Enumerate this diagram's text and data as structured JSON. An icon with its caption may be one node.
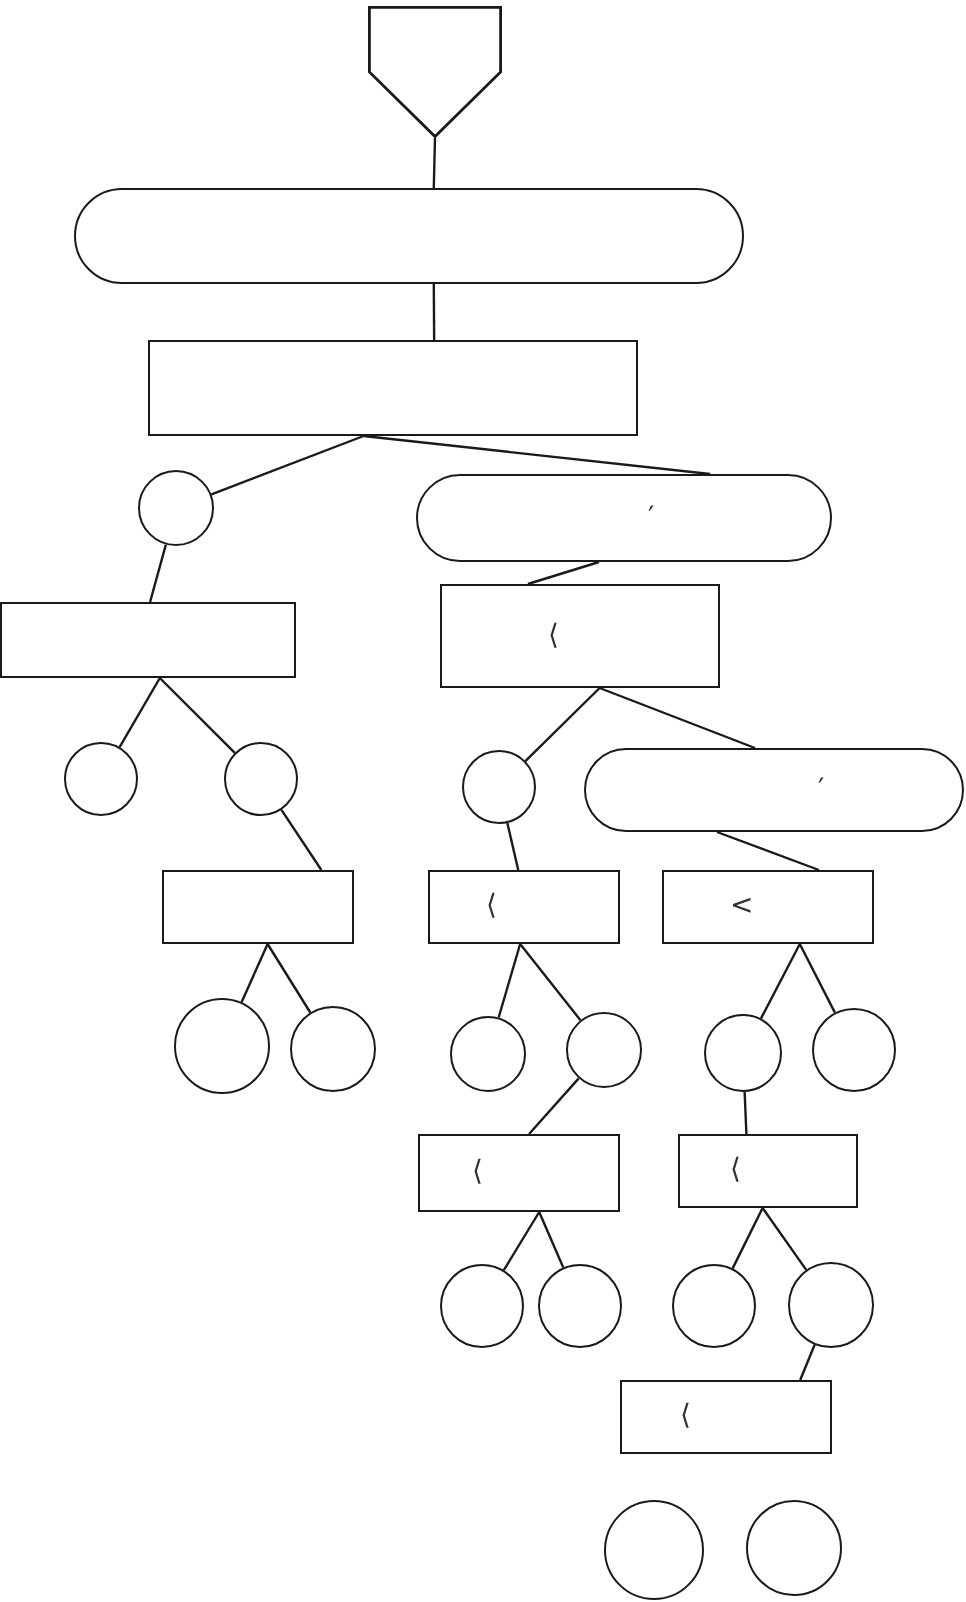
{
  "diagram": {
    "nodes": [
      {
        "text": [],
        "shape": "pentagon"
      },
      {
        "text": [],
        "shape": "pill"
      },
      {
        "text": [],
        "shape": "box"
      },
      {
        "text": [],
        "shape": "circle"
      },
      {
        "text": [
          "′"
        ]
      },
      {
        "text": [],
        "shape": "box"
      },
      {
        "text": [
          "⟨"
        ]
      },
      {
        "text": [],
        "shape": "circle"
      },
      {
        "text": [],
        "shape": "circle"
      },
      {
        "text": [],
        "shape": "circle"
      },
      {
        "text": [
          "′"
        ]
      },
      {
        "text": [],
        "shape": "box"
      },
      {
        "text": [
          "⟨"
        ]
      },
      {
        "text": [
          "<"
        ]
      },
      {
        "text": [],
        "shape": "circle"
      },
      {
        "text": [],
        "shape": "circle"
      },
      {
        "text": [],
        "shape": "circle"
      },
      {
        "text": [],
        "shape": "circle"
      },
      {
        "text": [],
        "shape": "circle"
      },
      {
        "text": [],
        "shape": "circle"
      },
      {
        "text": [
          "⟨"
        ]
      },
      {
        "text": [
          "⟨"
        ]
      },
      {
        "text": [],
        "shape": "circle"
      },
      {
        "text": [],
        "shape": "circle"
      },
      {
        "text": [],
        "shape": "circle"
      },
      {
        "text": [],
        "shape": "circle"
      },
      {
        "text": [
          "⟨"
        ]
      },
      {
        "text": [],
        "shape": "circle"
      },
      {
        "text": [],
        "shape": "circle"
      }
    ],
    "edges": [
      {
        "from": 0,
        "to": 1,
        "arrow": "none"
      },
      {
        "from": 1,
        "to": 2,
        "arrow": "none"
      },
      {
        "from": 2,
        "to": 3,
        "arrow": "none"
      },
      {
        "from": 2,
        "to": 4,
        "arrow": "none"
      },
      {
        "from": 3,
        "to": 5,
        "arrow": "none"
      },
      {
        "from": 4,
        "to": 6,
        "arrow": "none"
      },
      {
        "from": 5,
        "to": 7,
        "arrow": "none"
      },
      {
        "from": 5,
        "to": 8,
        "arrow": "none"
      },
      {
        "from": 6,
        "to": 9,
        "arrow": "none"
      },
      {
        "from": 6,
        "to": 10,
        "arrow": "none"
      },
      {
        "from": 8,
        "to": 11,
        "arrow": "none"
      },
      {
        "from": 9,
        "to": 12,
        "arrow": "none"
      },
      {
        "from": 10,
        "to": 13,
        "arrow": "none"
      },
      {
        "from": 11,
        "to": 14,
        "arrow": "none"
      },
      {
        "from": 11,
        "to": 15,
        "arrow": "none"
      },
      {
        "from": 12,
        "to": 16,
        "arrow": "none"
      },
      {
        "from": 12,
        "to": 17,
        "arrow": "none"
      },
      {
        "from": 13,
        "to": 18,
        "arrow": "none"
      },
      {
        "from": 13,
        "to": 19,
        "arrow": "none"
      },
      {
        "from": 17,
        "to": 20,
        "arrow": "none"
      },
      {
        "from": 18,
        "to": 21,
        "arrow": "none"
      },
      {
        "from": 20,
        "to": 22,
        "arrow": "none"
      },
      {
        "from": 20,
        "to": 23,
        "arrow": "none"
      },
      {
        "from": 21,
        "to": 24,
        "arrow": "none"
      },
      {
        "from": 21,
        "to": 25,
        "arrow": "none"
      },
      {
        "from": 25,
        "to": 26,
        "arrow": "none"
      }
    ]
  }
}
